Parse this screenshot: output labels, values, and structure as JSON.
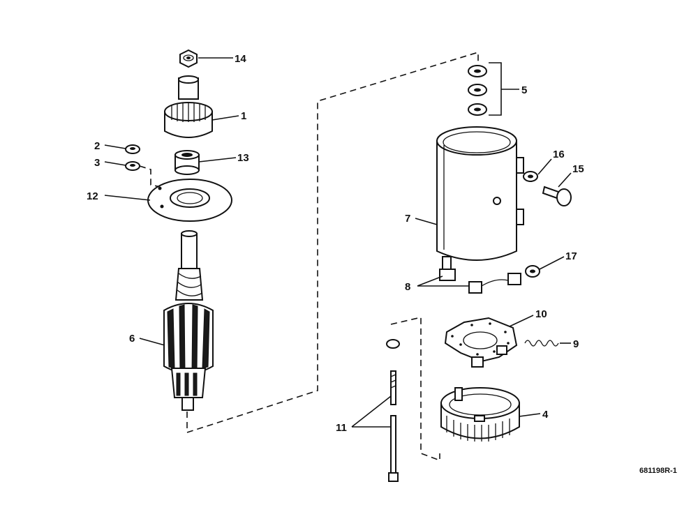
{
  "callouts": {
    "c1": "1",
    "c2": "2",
    "c3": "3",
    "c4": "4",
    "c5": "5",
    "c6": "6",
    "c7": "7",
    "c8": "8",
    "c9": "9",
    "c10": "10",
    "c11": "11",
    "c12": "12",
    "c13": "13",
    "c14": "14",
    "c15": "15",
    "c16": "16",
    "c17": "17"
  },
  "figure_id": "681198R-1"
}
